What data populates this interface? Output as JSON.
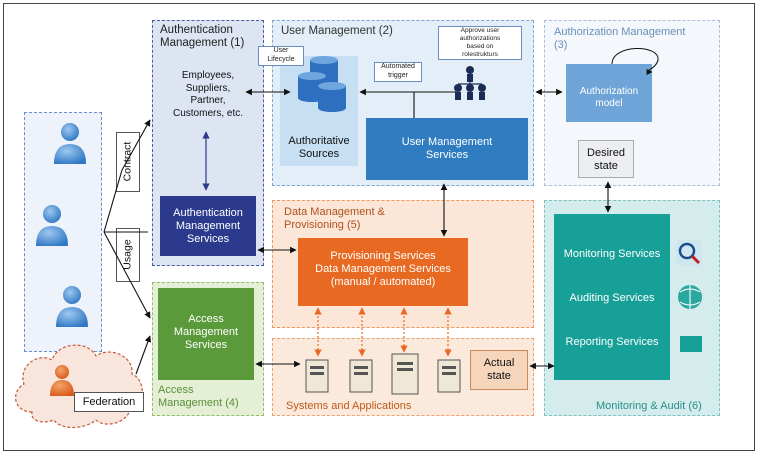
{
  "authentication": {
    "title_line1": "Authentication",
    "title_line2": "Management (1)",
    "population": [
      "Employees,",
      "Suppliers,",
      "Partner,",
      "Customers, etc."
    ],
    "services_line1": "Authentication",
    "services_line2": "Management",
    "services_line3": "Services"
  },
  "user_management": {
    "title": "User Management (2)",
    "lifecycle_callout_line1": "User",
    "lifecycle_callout_line2": "Lifecycle",
    "trigger_callout_line1": "Automated",
    "trigger_callout_line2": "trigger",
    "approve_callout": [
      "Approve user",
      "authorizations",
      "based on",
      "rolestrukturs"
    ],
    "sources_line1": "Authoritative",
    "sources_line2": "Sources",
    "services_line1": "User Management",
    "services_line2": "Services"
  },
  "authorization": {
    "title_line1": "Authorization Management",
    "title_line2": "(3)",
    "model_line1": "Authorization",
    "model_line2": "model",
    "desired_line1": "Desired",
    "desired_line2": "state"
  },
  "data_management": {
    "title_line1": "Data Management &",
    "title_line2": "Provisioning (5)",
    "services_line1": "Provisioning Services",
    "services_line2": "Data Management Services",
    "services_line3": "(manual / automated)"
  },
  "access": {
    "services_line1": "Access",
    "services_line2": "Management",
    "services_line3": "Services",
    "title_line1": "Access",
    "title_line2": "Management (4)"
  },
  "systems": {
    "title": "Systems and Applications",
    "actual_line1": "Actual",
    "actual_line2": "state"
  },
  "monitoring": {
    "monitoring_services": "Monitoring Services",
    "auditing_services": "Auditing Services",
    "reporting_services": "Reporting Services",
    "title": "Monitoring & Audit (6)"
  },
  "users": {
    "contract_label": "Contract",
    "usage_label": "Usage",
    "federation_label": "Federation"
  },
  "colors": {
    "auth_fill": "#dde4f2",
    "auth_services": "#2b3a8c",
    "user_fill": "#e3eef8",
    "user_services": "#2f7cc1",
    "data_fill": "#fbe6d8",
    "data_services": "#e86a22",
    "access_fill": "#e4efd6",
    "access_services": "#5a9a3a",
    "monitor_fill": "#d4ecec",
    "monitor_services": "#17a097"
  }
}
